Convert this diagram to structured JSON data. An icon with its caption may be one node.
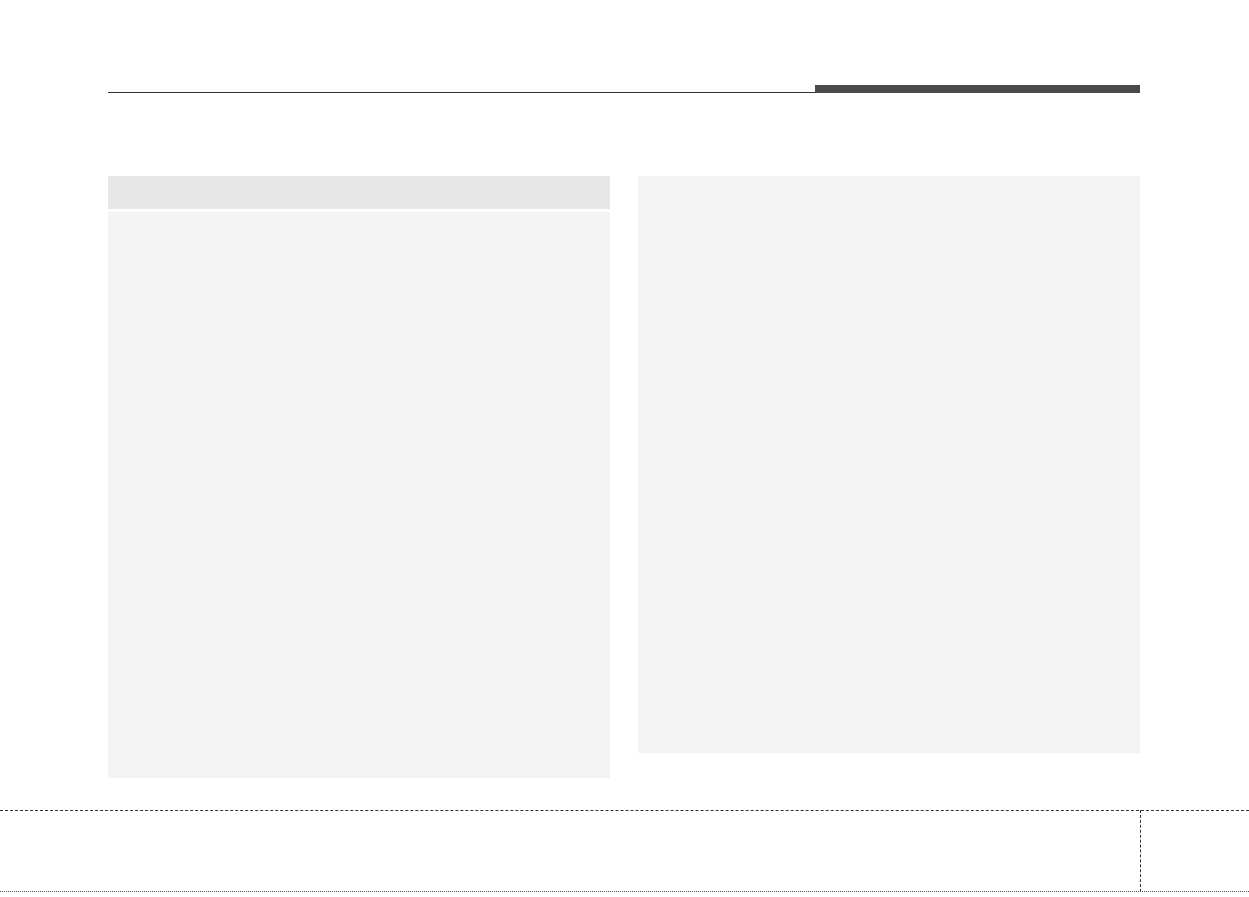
{
  "diagram": {
    "nodes": [
      {
        "text": [],
        "shape": "bar"
      },
      {
        "text": [],
        "shape": "box"
      },
      {
        "text": [],
        "shape": "box"
      }
    ]
  }
}
